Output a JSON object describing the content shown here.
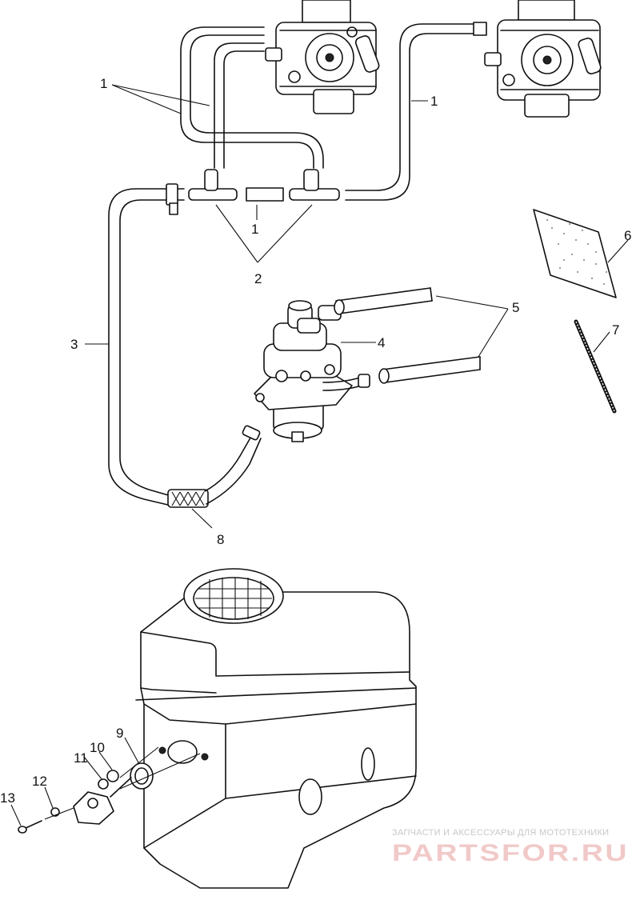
{
  "callouts": [
    {
      "id": "c1a",
      "text": "1"
    },
    {
      "id": "c1b",
      "text": "1"
    },
    {
      "id": "c1c",
      "text": "1"
    },
    {
      "id": "c2",
      "text": "2"
    },
    {
      "id": "c3",
      "text": "3"
    },
    {
      "id": "c4",
      "text": "4"
    },
    {
      "id": "c5",
      "text": "5"
    },
    {
      "id": "c6",
      "text": "6"
    },
    {
      "id": "c7",
      "text": "7"
    },
    {
      "id": "c8",
      "text": "8"
    },
    {
      "id": "c9",
      "text": "9"
    },
    {
      "id": "c10",
      "text": "10"
    },
    {
      "id": "c11",
      "text": "11"
    },
    {
      "id": "c12",
      "text": "12"
    },
    {
      "id": "c13",
      "text": "13"
    }
  ],
  "watermark": {
    "line1": "ЗАПЧАСТИ И АКСЕССУАРЫ ДЛЯ МОТОТЕХНИКИ",
    "line2": "PARTSFOR.RU"
  }
}
